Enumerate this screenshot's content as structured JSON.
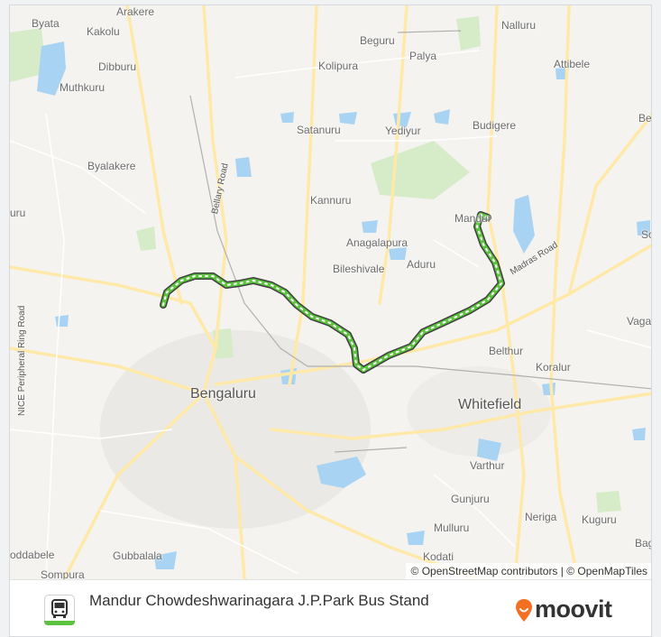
{
  "map": {
    "places": [
      {
        "id": "byata",
        "name": "Byata"
      },
      {
        "id": "arakere",
        "name": "Arakere"
      },
      {
        "id": "kakolu",
        "name": "Kakolu"
      },
      {
        "id": "beguru",
        "name": "Beguru"
      },
      {
        "id": "nalluru",
        "name": "Nalluru"
      },
      {
        "id": "kolipura",
        "name": "Kolipura"
      },
      {
        "id": "palya",
        "name": "Palya"
      },
      {
        "id": "attibele",
        "name": "Attibele"
      },
      {
        "id": "dibburu",
        "name": "Dibburu"
      },
      {
        "id": "muthkuru",
        "name": "Muthkuru"
      },
      {
        "id": "be",
        "name": "Be"
      },
      {
        "id": "satanuru",
        "name": "Satanuru"
      },
      {
        "id": "yediyur",
        "name": "Yediyur"
      },
      {
        "id": "budigere",
        "name": "Budigere"
      },
      {
        "id": "byalakere",
        "name": "Byalakere"
      },
      {
        "id": "kannuru",
        "name": "Kannuru"
      },
      {
        "id": "uru",
        "name": "uru"
      },
      {
        "id": "mandur",
        "name": "Mandur"
      },
      {
        "id": "so",
        "name": "So"
      },
      {
        "id": "anagalapura",
        "name": "Anagalapura"
      },
      {
        "id": "bileshivale",
        "name": "Bileshivale"
      },
      {
        "id": "aduru",
        "name": "Aduru"
      },
      {
        "id": "vaga",
        "name": "Vaga"
      },
      {
        "id": "belthur",
        "name": "Belthur"
      },
      {
        "id": "koralur",
        "name": "Koralur"
      },
      {
        "id": "bengaluru",
        "name": "Bengaluru"
      },
      {
        "id": "whitefield",
        "name": "Whitefield"
      },
      {
        "id": "varthur",
        "name": "Varthur"
      },
      {
        "id": "gunjuru",
        "name": "Gunjuru"
      },
      {
        "id": "neriga",
        "name": "Neriga"
      },
      {
        "id": "kuguru",
        "name": "Kuguru"
      },
      {
        "id": "mulluru",
        "name": "Mulluru"
      },
      {
        "id": "bag",
        "name": "Bag"
      },
      {
        "id": "oddabele",
        "name": "oddabele"
      },
      {
        "id": "gubbalala",
        "name": "Gubbalala"
      },
      {
        "id": "kodati",
        "name": "Kodati"
      },
      {
        "id": "sompura",
        "name": "Sompura"
      }
    ],
    "road_labels": {
      "bellary": "Bellary Road",
      "madras": "Madras Road",
      "nice": "NICE Peripheral Ring Road"
    },
    "attribution": "© OpenStreetMap contributors | © OpenMapTiles",
    "colors": {
      "route": "#5bc33d",
      "route_casing": "#3f3f3f",
      "water": "#a9d3f2",
      "park": "#d6ebc8",
      "road": "#ffe9a8"
    }
  },
  "footer": {
    "bus_icon": "bus-icon",
    "route_title": "Mandur  Chowdeshwarinagara J.P.Park Bus Stand",
    "brand": "moovit",
    "brand_pin_icon": "moovit-pin-icon",
    "brand_color": "#f36f21"
  }
}
